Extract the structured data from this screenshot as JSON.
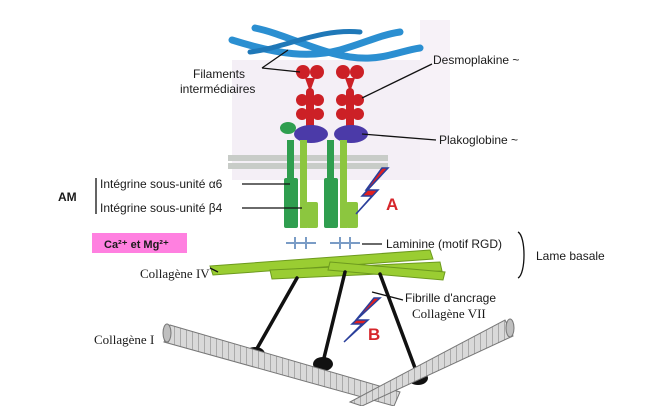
{
  "labels": {
    "filaments_line1": "Filaments",
    "filaments_line2": "intermédiaires",
    "desmoplakine": "Desmoplakine ~",
    "plakoglobine": "Plakoglobine ~",
    "am": "AM",
    "integrine_a6": "Intégrine sous-unité α6",
    "integrine_b4": "Intégrine sous-unité β4",
    "cations": "Ca²⁺ et Mg²⁺",
    "laminine": "Laminine (motif RGD)",
    "lame_basale": "Lame basale",
    "collagene_iv": "Collagène IV",
    "fibrille_line1": "Fibrille d'ancrage",
    "fibrille_line2": "Collagène VII",
    "collagene_i": "Collagène I",
    "marker_a": "A",
    "marker_b": "B"
  },
  "colors": {
    "filament_blue": "#2b8fd1",
    "desmoplakin_red": "#cc2026",
    "plakoglobin_purple": "#4b3aa8",
    "integrin_green": "#2f9e4f",
    "integrin_light_green": "#8cc63f",
    "collagen_iv_green": "#9acd32",
    "laminin_blue": "#7a9cc6",
    "cation_pink": "#ff80e0",
    "bolt_red": "#e02020",
    "bolt_blue": "#2a3f9b"
  }
}
